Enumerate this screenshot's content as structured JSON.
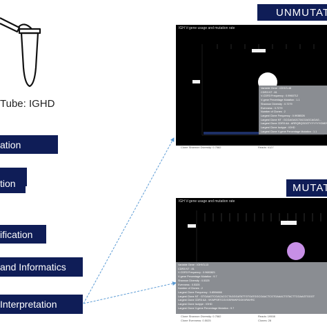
{
  "tube_label": "Tube: IGHD",
  "steps": [
    "ation",
    "",
    "tion",
    "ification",
    "and Informatics",
    "Interpretation"
  ],
  "banners": {
    "unmutated": "UNMUTATI",
    "mutated": "MUTATI"
  },
  "panel1": {
    "title": "IGH V-gene usage and mutation rate",
    "tooltip": [
      "Variable Gene : IGHV3-48",
      "CDR3 NT : 81",
      "V-CDR3 Frequency : 0.9960712",
      "V-gene Percentage Mutation : 1.1",
      "Shannon Diversity : 0.7279",
      "Evenness : 0.7279",
      "Number of Clones : 2",
      "Largest Clone Frequency : 0.9938526",
      "Largest Clone NT : GCGAGAGCTACGAGCAGAG...",
      "Largest Clone CDR3 AA : ARRQRQSGGTYYYYYYGMDV",
      "Largest Clone Isotype : IGHD",
      "Largest Clone V-gene Percentage Mutation : 1.1"
    ],
    "footer_left": "Clone Shannon Diversity: 0.7582",
    "footer_right": "Reads: 4127"
  },
  "panel2": {
    "title": "IGH V-gene usage and mutation rate",
    "tooltip": [
      "Variable Gene : IGHV3-13",
      "CDR3 NT : 81",
      "V-CDR3 Frequency : 0.9683821",
      "V-gene Percentage Mutation : 9.7",
      "Shannon Diversity : 0.5325",
      "Evenness : 0.5325",
      "Number of Clones : 2",
      "Largest Clone Frequency : 0.8594666",
      "Largest Clone NT : GTGAAGTCGACACCCTAGGGATATTGTGATGGCGAACTCGTGAAACTGTACTTCGAAGTGGGT",
      "Largest Clone CDR3 AA : VKWPSRTCGVGSRWKFGGKVRAYRC",
      "Largest Clone Isotype : IGHD",
      "Largest Clone V-gene Percentage Mutation : 9.7"
    ],
    "footer_left": "Clone Shannon Diversity: 0.7582",
    "footer_left2": "Clone Evenness: 0.5025",
    "footer_right": "Reads: 19508",
    "footer_right2": "Clones: 28"
  },
  "colors": {
    "navy": "#0f1d57",
    "bubble_unmutated": "#ffffff",
    "bubble_mutated": "#c78fe6",
    "arrow": "#5b9bd5"
  }
}
